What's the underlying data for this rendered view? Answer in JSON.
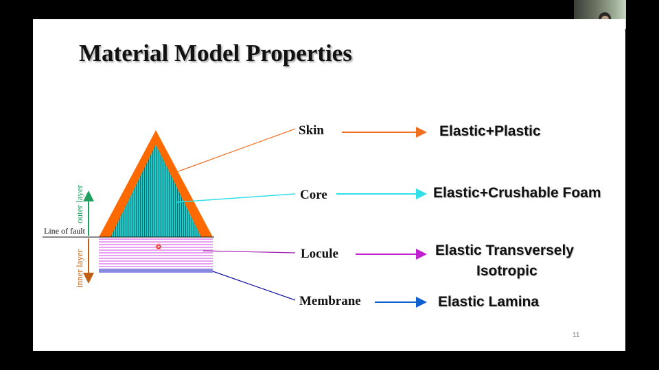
{
  "slide": {
    "title": "Material Model Properties",
    "line_of_fault": "Line of fault",
    "outer_layer": "outer layer",
    "inner_layer": "inner layer",
    "page_number": "11",
    "rows": [
      {
        "label": "Skin",
        "property": "Elastic+Plastic",
        "color": "#f07020"
      },
      {
        "label": "Core",
        "property": "Elastic+Crushable Foam",
        "color": "#30e0e8"
      },
      {
        "label": "Locule",
        "property_line1": "Elastic Transversely",
        "property_line2": "Isotropic",
        "color": "#c020d0"
      },
      {
        "label": "Membrane",
        "property": "Elastic Lamina",
        "color": "#1060d0"
      }
    ]
  },
  "colors": {
    "skin": "#ff6a00",
    "core": "#20c8c8",
    "locule": "#e8a8f0",
    "membrane": "#8080e0",
    "outer_arrow": "#20a060",
    "inner_arrow": "#c06010"
  }
}
